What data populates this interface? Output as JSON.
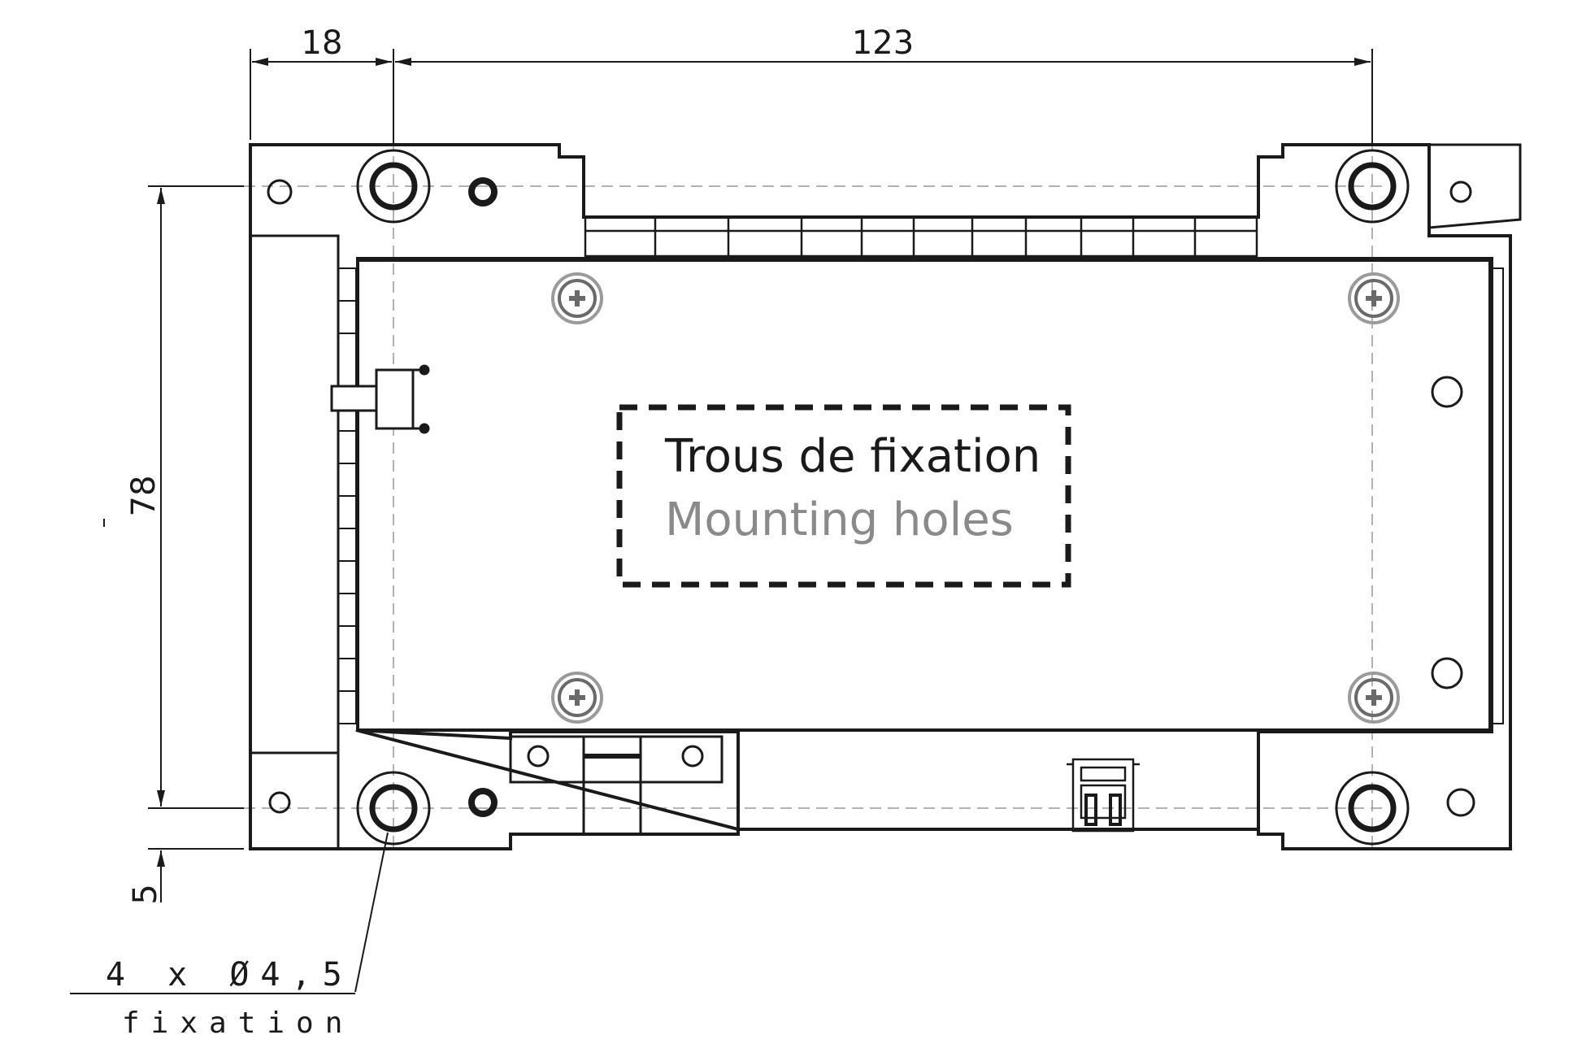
{
  "dimensions": {
    "top_left": "18",
    "top_span": "123",
    "height": "78",
    "offset": "5"
  },
  "holes_callout": {
    "spec": "4 x Ø4,5",
    "note": "fixation"
  },
  "box_label": {
    "french": "Trous de fixation",
    "english": "Mounting holes"
  },
  "colors": {
    "line": "#1a1a1a",
    "grey_text": "#8a8a8a",
    "screw": "#9a9a9a",
    "centerline": "#9a9a9a"
  }
}
